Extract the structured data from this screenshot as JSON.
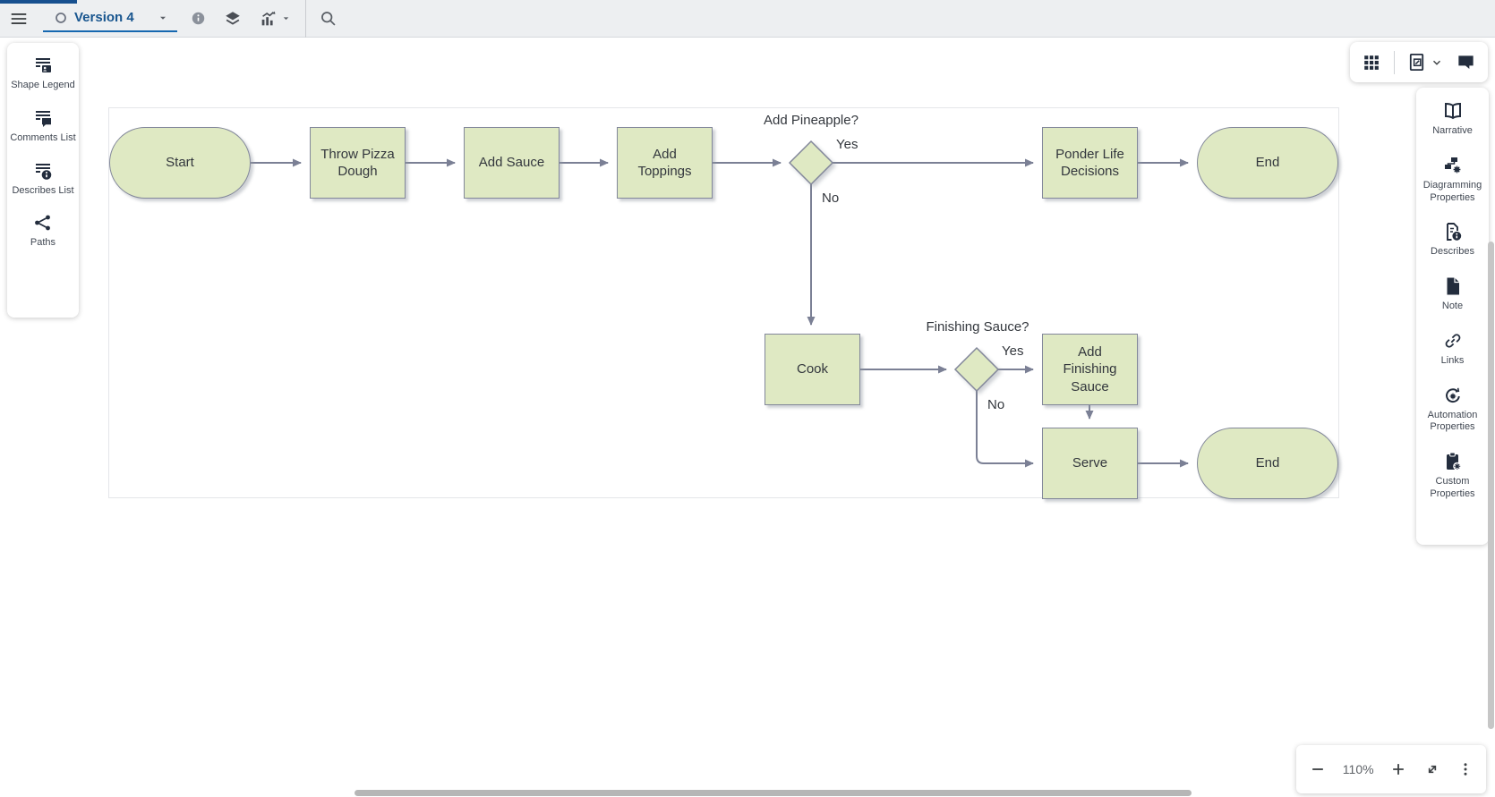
{
  "toolbar": {
    "version_label": "Version 4"
  },
  "left_panel": {
    "items": [
      {
        "label": "Shape Legend",
        "icon": "shape-legend-icon"
      },
      {
        "label": "Comments List",
        "icon": "comments-list-icon"
      },
      {
        "label": "Describes List",
        "icon": "describes-list-icon"
      },
      {
        "label": "Paths",
        "icon": "paths-icon"
      }
    ]
  },
  "right_panel": {
    "items": [
      {
        "label": "Narrative",
        "icon": "narrative-icon"
      },
      {
        "label": "Diagramming Properties",
        "icon": "diagramming-properties-icon"
      },
      {
        "label": "Describes",
        "icon": "describes-icon"
      },
      {
        "label": "Note",
        "icon": "note-icon"
      },
      {
        "label": "Links",
        "icon": "links-icon"
      },
      {
        "label": "Automation Properties",
        "icon": "automation-properties-icon"
      },
      {
        "label": "Custom Properties",
        "icon": "custom-properties-icon"
      }
    ]
  },
  "zoom_controls": {
    "level": "110%"
  },
  "diagram": {
    "nodes": [
      {
        "label": "Start",
        "type": "terminator"
      },
      {
        "label": "Throw Pizza Dough",
        "type": "process"
      },
      {
        "label": "Add Sauce",
        "type": "process"
      },
      {
        "label": "Add Toppings",
        "type": "process"
      },
      {
        "label": "Ponder Life Decisions",
        "type": "process"
      },
      {
        "label": "End",
        "type": "terminator"
      },
      {
        "label": "Cook",
        "type": "process"
      },
      {
        "label": "Add Finishing Sauce",
        "type": "process"
      },
      {
        "label": "Serve",
        "type": "process"
      },
      {
        "label": "End",
        "type": "terminator"
      }
    ],
    "edge_labels": {
      "decision1": "Add Pineapple?",
      "decision1_yes": "Yes",
      "decision1_no": "No",
      "decision2": "Finishing Sauce?",
      "decision2_yes": "Yes",
      "decision2_no": "No"
    },
    "colors": {
      "shape_fill": "#dfe9c3",
      "shape_border": "#82879a",
      "connector": "#7b8095",
      "accent_blue": "#1668b0",
      "version_text": "#19568f"
    }
  }
}
